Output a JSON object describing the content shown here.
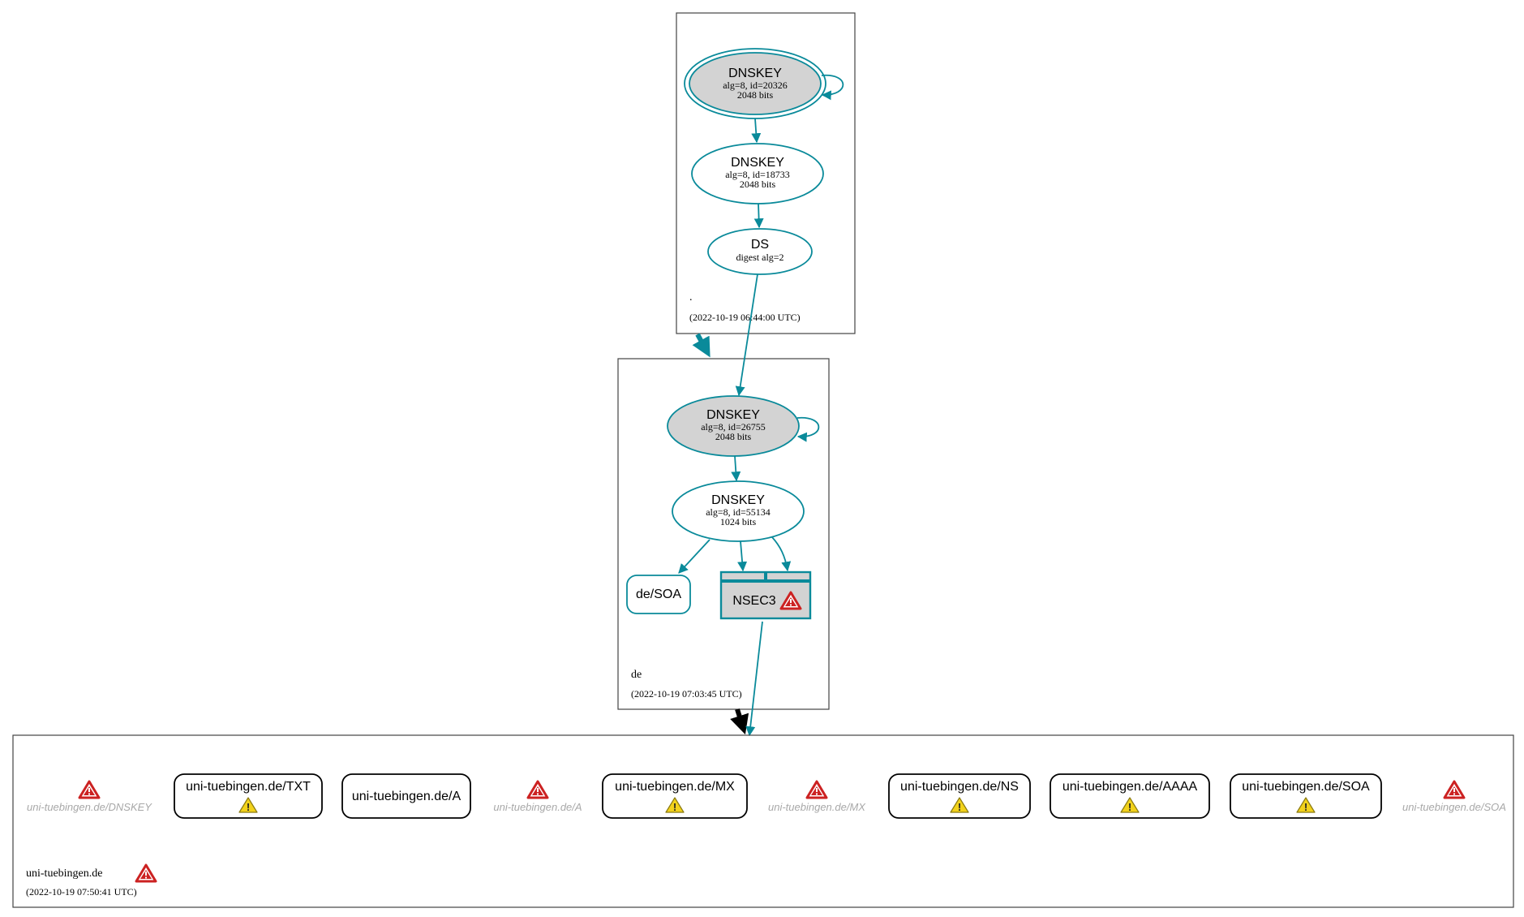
{
  "colors": {
    "edge": "#0a8a9a",
    "ksk_fill": "#d3d3d3",
    "box_stroke": "#444444",
    "error": "#cc2222",
    "warning": "#f2d21b",
    "ghost_text": "#a8a8a8",
    "delegation_insecure": "#000000"
  },
  "zones": {
    "root": {
      "name": ".",
      "timestamp": "(2022-10-19 06:44:00 UTC)",
      "ksk": {
        "title": "DNSKEY",
        "line1": "alg=8, id=20326",
        "line2": "2048 bits"
      },
      "zsk": {
        "title": "DNSKEY",
        "line1": "alg=8, id=18733",
        "line2": "2048 bits"
      },
      "ds": {
        "title": "DS",
        "line1": "digest alg=2"
      }
    },
    "de": {
      "name": "de",
      "timestamp": "(2022-10-19 07:03:45 UTC)",
      "ksk": {
        "title": "DNSKEY",
        "line1": "alg=8, id=26755",
        "line2": "2048 bits"
      },
      "zsk": {
        "title": "DNSKEY",
        "line1": "alg=8, id=55134",
        "line2": "1024 bits"
      },
      "soa": "de/SOA",
      "nsec3": "NSEC3"
    },
    "uni": {
      "name": "uni-tuebingen.de",
      "timestamp": "(2022-10-19 07:50:41 UTC)",
      "records": [
        {
          "label": "uni-tuebingen.de/DNSKEY",
          "kind": "ghost",
          "icon": "error-icon"
        },
        {
          "label": "uni-tuebingen.de/TXT",
          "kind": "box",
          "icon": "warning-icon"
        },
        {
          "label": "uni-tuebingen.de/A",
          "kind": "box",
          "icon": ""
        },
        {
          "label": "uni-tuebingen.de/A",
          "kind": "ghost",
          "icon": "error-icon"
        },
        {
          "label": "uni-tuebingen.de/MX",
          "kind": "box",
          "icon": "warning-icon"
        },
        {
          "label": "uni-tuebingen.de/MX",
          "kind": "ghost",
          "icon": "error-icon"
        },
        {
          "label": "uni-tuebingen.de/NS",
          "kind": "box",
          "icon": "warning-icon"
        },
        {
          "label": "uni-tuebingen.de/AAAA",
          "kind": "box",
          "icon": "warning-icon"
        },
        {
          "label": "uni-tuebingen.de/SOA",
          "kind": "box",
          "icon": "warning-icon"
        },
        {
          "label": "uni-tuebingen.de/SOA",
          "kind": "ghost",
          "icon": "error-icon"
        }
      ]
    }
  }
}
